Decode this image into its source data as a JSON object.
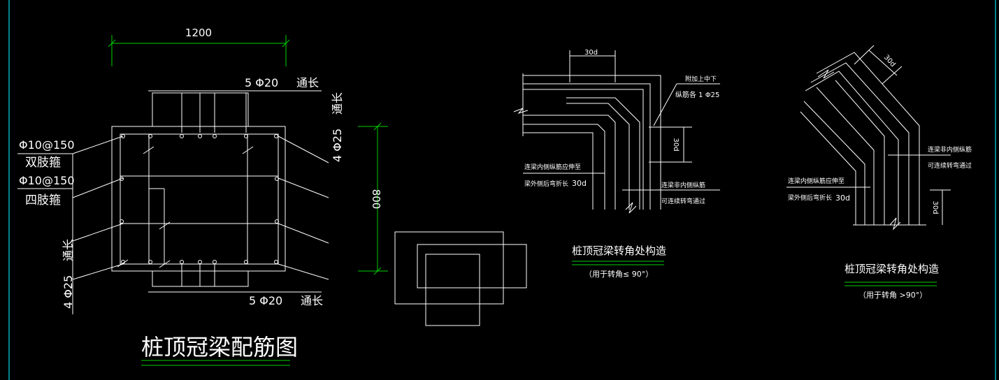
{
  "colors": {
    "background": "#000000",
    "lines": "#ffffff",
    "dimension": "#00d000",
    "frame": "#00b8c8"
  },
  "section": {
    "width_dim": "1200",
    "height_dim": "800",
    "top_bars": "5 Φ20",
    "top_bars_note": "通长",
    "bottom_bars": "5 Φ20",
    "bottom_bars_note": "通长",
    "side_bars_right": "4 Φ25",
    "side_bars_right_note": "通长",
    "side_bars_left": "4 Φ25",
    "side_bars_left_note": "通长",
    "stirrup_1": "Φ10@150",
    "stirrup_1_type": "双肢箍",
    "stirrup_2": "Φ10@150",
    "stirrup_2_type": "四肢箍",
    "title": "桩顶冠梁配筋图"
  },
  "corner_le90": {
    "dim_top": "30d",
    "note_add_1": "附加上中下",
    "note_add_2": "纵筋各 1 Φ25",
    "dim_right": "30d",
    "note_left_1": "连梁内侧纵筋应伸至",
    "note_left_2": "梁外侧后弯折长",
    "note_left_dim": "30d",
    "note_right_1": "连梁非内侧纵筋",
    "note_right_2": "可连续转弯通过",
    "title": "桩顶冠梁转角处构造",
    "subtitle": "（用于转角≤  90°）"
  },
  "corner_gt90": {
    "dim_top": "30d",
    "note_right_1": "连梁非内侧纵筋",
    "note_right_2": "可连续转弯通过",
    "note_left_1": "连梁内侧纵筋应伸至",
    "note_left_2": "梁外侧后弯折长",
    "note_left_dim": "30d",
    "dim_bottom": "30d",
    "title": "桩顶冠梁转角处构造",
    "subtitle": "（用于转角   >90°）"
  }
}
